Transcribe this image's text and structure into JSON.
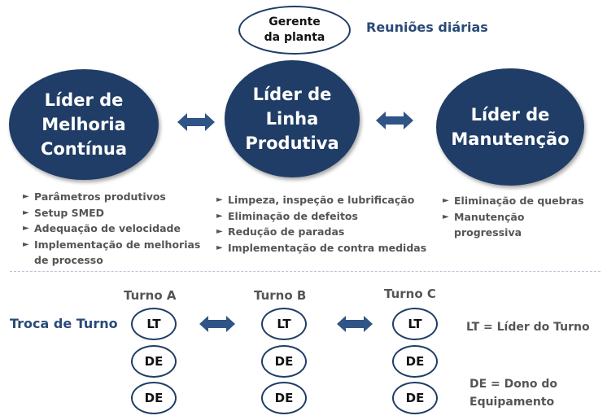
{
  "manager": {
    "label": "Gerente\nda planta"
  },
  "daily_meetings": "Reuniões diárias",
  "leaders": [
    {
      "label": "Líder de\nMelhoria\nContínua",
      "items": [
        "Parâmetros produtivos",
        "Setup SMED",
        "Adequação de velocidade",
        "Implementação de melhorias\nde processo"
      ]
    },
    {
      "label": "Líder de\nLinha\nProdutiva",
      "items": [
        "Limpeza, inspeção e lubrificação",
        "Eliminação de defeitos",
        "Redução de paradas",
        "Implementação de contra medidas"
      ]
    },
    {
      "label": "Líder de\nManutenção",
      "items": [
        "Eliminação de quebras",
        "Manutenção\nprogressiva"
      ]
    }
  ],
  "bullet_glyph": "►",
  "shift_change": "Troca de Turno",
  "shifts": [
    {
      "title": "Turno  A",
      "roles": [
        "LT",
        "DE",
        "DE"
      ]
    },
    {
      "title": "Turno B",
      "roles": [
        "LT",
        "DE",
        "DE"
      ]
    },
    {
      "title": "Turno C",
      "roles": [
        "LT",
        "DE",
        "DE"
      ]
    }
  ],
  "legend": {
    "lt": "LT = Líder do Turno",
    "de": "DE = Dono do\nEquipamento"
  },
  "colors": {
    "navy": "#1f3d66",
    "title_blue": "#2a4a78",
    "text_gray": "#555555"
  }
}
